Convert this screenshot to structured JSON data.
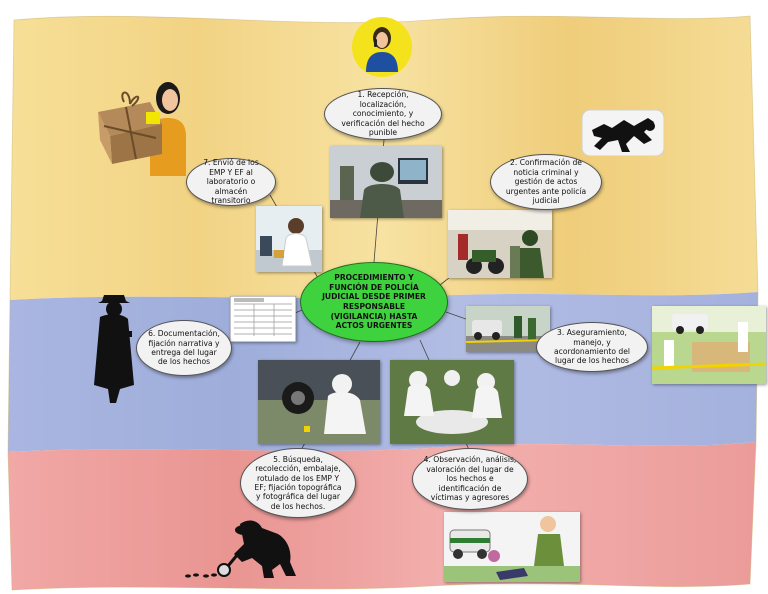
{
  "center": {
    "title": "PROCEDIMIENTO Y FUNCIÓN DE POLICÍA JUDICIAL DESDE PRIMER RESPONSABLE (VIGILANCIA) HASTA ACTOS URGENTES"
  },
  "steps": [
    {
      "id": 1,
      "text": "1. Recepción, localización, conocimiento, y verificación del hecho punible"
    },
    {
      "id": 2,
      "text": "2. Confirmación de noticia criminal y gestión de actos urgentes ante policía judicial"
    },
    {
      "id": 3,
      "text": "3. Aseguramiento, manejo, y acordonamiento del lugar de los hechos"
    },
    {
      "id": 4,
      "text": "4. Observación, análisis, valoración del lugar de los hechos e identificación de víctimas y agresores"
    },
    {
      "id": 5,
      "text": "5. Búsqueda, recolección, embalaje, rotulado de los EMP Y EF; fijación topográfica y fotográfica del lugar de los hechos."
    },
    {
      "id": 6,
      "text": "6. Documentación, fijación narrativa y entrega del lugar de los hechos"
    },
    {
      "id": 7,
      "text": "7. Envió de los EMP Y EF al laboratorio o almacén transitorio"
    }
  ],
  "icons": [
    "phone-operator-icon",
    "box-delivery-woman-icon",
    "crime-scene-body-outline-icon",
    "detective-silhouette-icon",
    "investigator-magnifier-silhouette-icon"
  ],
  "colors": {
    "flag_yellow": "#f4d98a",
    "flag_blue": "#a6b4df",
    "flag_red": "#ee9f9f",
    "center_green": "#3fd23f",
    "bubble_fill": "#f2f2f2"
  }
}
